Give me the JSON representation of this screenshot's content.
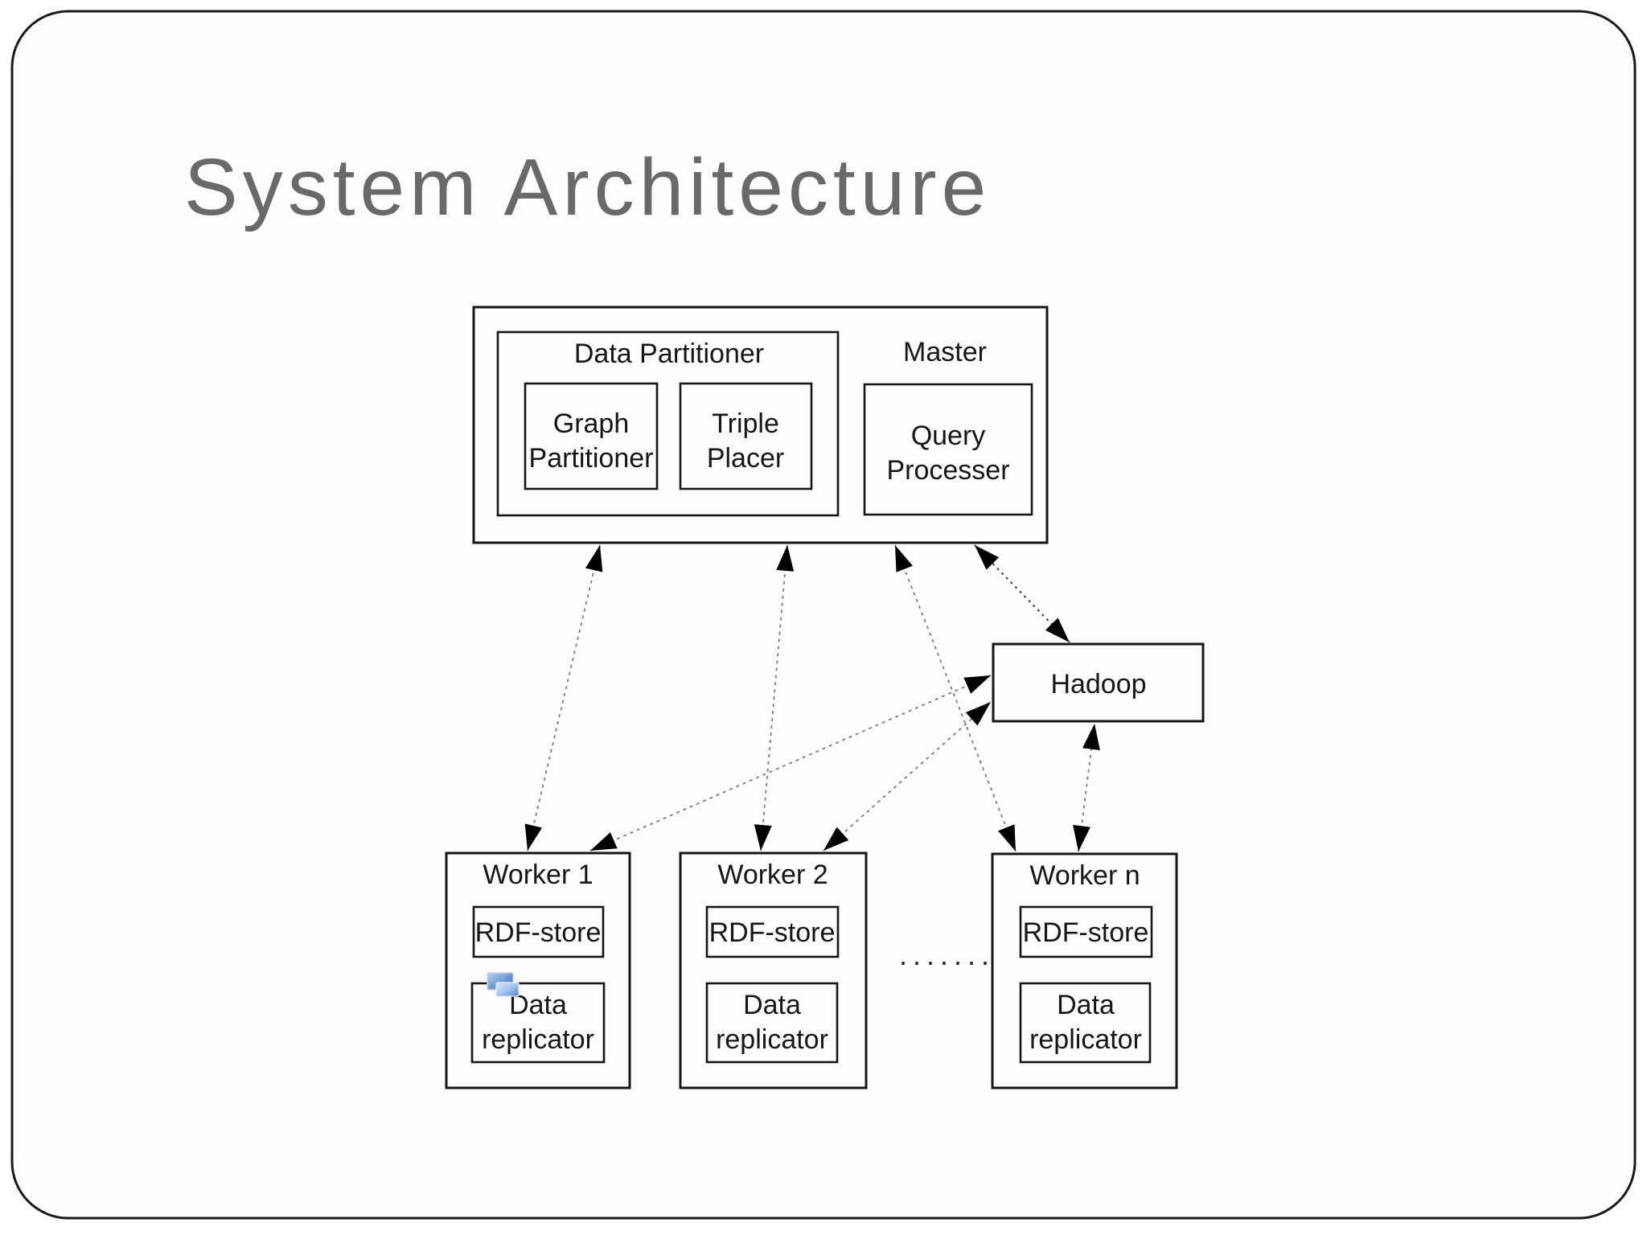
{
  "slide": {
    "title": "System Architecture",
    "title_color": "#696969",
    "background": "#fdfdfd",
    "border_color": "#1a1a1a"
  },
  "diagram": {
    "master": {
      "label": "Master",
      "data_partitioner": {
        "label": "Data Partitioner",
        "graph_partitioner": {
          "line1": "Graph",
          "line2": "Partitioner"
        },
        "triple_placer": {
          "line1": "Triple",
          "line2": "Placer"
        }
      },
      "query_processer": {
        "line1": "Query",
        "line2": "Processer"
      }
    },
    "hadoop": {
      "label": "Hadoop"
    },
    "workers": [
      {
        "label": "Worker 1",
        "rdf_store": "RDF-store",
        "replicator_line1": "Data",
        "replicator_line2": "replicator"
      },
      {
        "label": "Worker 2",
        "rdf_store": "RDF-store",
        "replicator_line1": "Data",
        "replicator_line2": "replicator"
      },
      {
        "label": "Worker n",
        "rdf_store": "RDF-store",
        "replicator_line1": "Data",
        "replicator_line2": "replicator"
      }
    ],
    "ellipsis": ".........",
    "edges": [
      {
        "from": "master",
        "to": "worker1",
        "bidirectional": true,
        "style": "dashed"
      },
      {
        "from": "master",
        "to": "worker2",
        "bidirectional": true,
        "style": "dashed"
      },
      {
        "from": "master",
        "to": "worker_n",
        "bidirectional": true,
        "style": "dashed"
      },
      {
        "from": "master",
        "to": "hadoop",
        "bidirectional": true,
        "style": "dotted-dark"
      },
      {
        "from": "worker1",
        "to": "hadoop",
        "bidirectional": true,
        "style": "dashed"
      },
      {
        "from": "worker2",
        "to": "hadoop",
        "bidirectional": true,
        "style": "dashed"
      },
      {
        "from": "worker_n",
        "to": "hadoop",
        "bidirectional": true,
        "style": "dashed"
      }
    ],
    "colors": {
      "box_border": "#161616",
      "connector": "#7d7d7d",
      "connector_dark": "#3c3c3c",
      "arrowhead": "#000000",
      "icon_blue_light": "#9cc3ef",
      "icon_blue_dark": "#3a6fbf"
    }
  }
}
